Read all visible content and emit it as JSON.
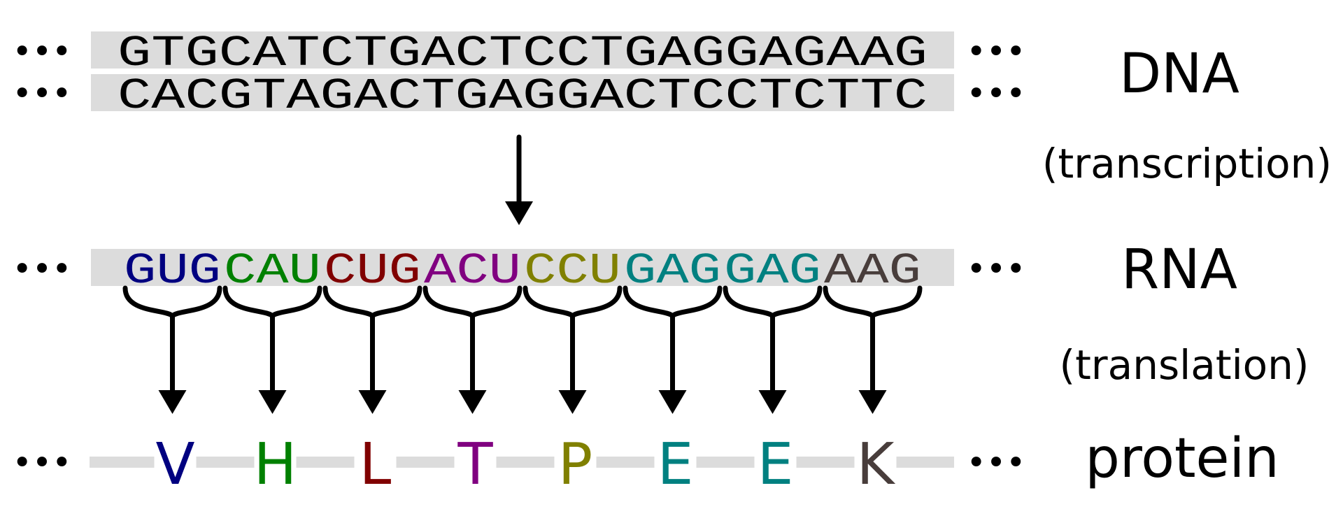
{
  "dna": {
    "strand_top": "GTGCATCTGACTCCTGAGGAGAAG",
    "strand_bottom": "CACGTAGACTGAGGACTCCTCTTC"
  },
  "rna": {
    "codons": [
      {
        "seq": "GUG",
        "color": "#000080"
      },
      {
        "seq": "CAU",
        "color": "#008000"
      },
      {
        "seq": "CUG",
        "color": "#800000"
      },
      {
        "seq": "ACU",
        "color": "#800080"
      },
      {
        "seq": "CCU",
        "color": "#808000"
      },
      {
        "seq": "GAG",
        "color": "#008080"
      },
      {
        "seq": "GAG",
        "color": "#008080"
      },
      {
        "seq": "AAG",
        "color": "#483d3b"
      }
    ]
  },
  "protein": {
    "amino_acids": [
      {
        "letter": "V",
        "color": "#000080"
      },
      {
        "letter": "H",
        "color": "#008000"
      },
      {
        "letter": "L",
        "color": "#800000"
      },
      {
        "letter": "T",
        "color": "#800080"
      },
      {
        "letter": "P",
        "color": "#808000"
      },
      {
        "letter": "E",
        "color": "#008080"
      },
      {
        "letter": "E",
        "color": "#008080"
      },
      {
        "letter": "K",
        "color": "#483d3b"
      }
    ]
  },
  "labels": {
    "dna": "DNA",
    "transcription": "(transcription)",
    "rna": "RNA",
    "translation": "(translation)",
    "protein": "protein",
    "ellipsis": "•••"
  },
  "colors": {
    "strand_bg": "#dcdcdc",
    "backbone": "#dcdcdc",
    "arrow": "#000000",
    "text": "#000000"
  }
}
